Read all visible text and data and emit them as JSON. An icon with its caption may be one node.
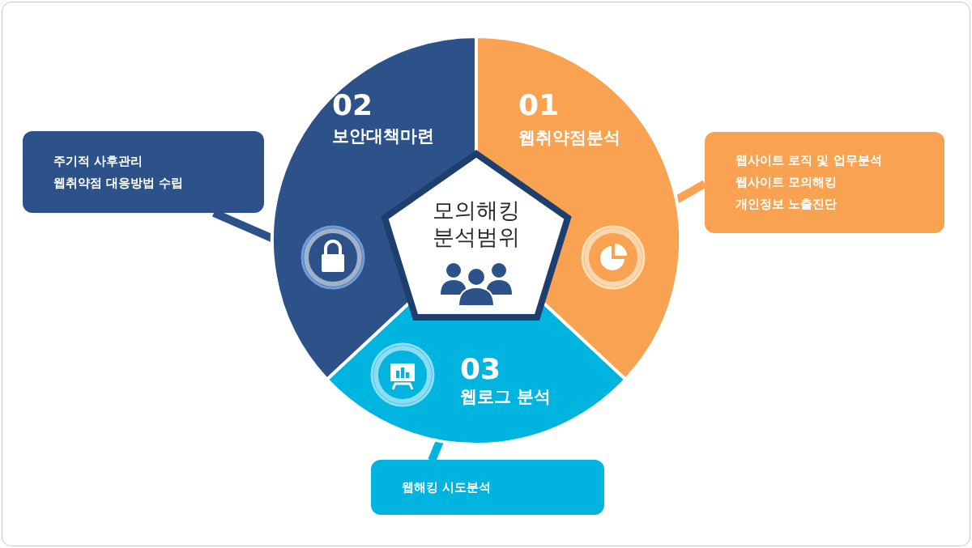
{
  "diagram": {
    "nodes": [
      {
        "text": [
          "모의해킹 분석범위"
        ]
      },
      {
        "text": [
          "01",
          "웹취약점분석"
        ]
      },
      {
        "text": [
          "02",
          "보안대책마련"
        ]
      },
      {
        "text": [
          "03",
          "웹로그 분석"
        ]
      },
      {
        "text": [
          "웹사이트 로직 및 업무분석",
          "웹사이트 모의해킹",
          "개인정보 노출진단"
        ]
      },
      {
        "text": [
          "주기적 사후관리",
          "웹취약점 대응방법 수립"
        ]
      },
      {
        "text": [
          "웹해킹 시도분석"
        ]
      }
    ],
    "edges": [
      {
        "from": 4,
        "to": 1,
        "arrow": "none",
        "color": "#f9a352"
      },
      {
        "from": 5,
        "to": 2,
        "arrow": "none",
        "color": "#2d5289"
      },
      {
        "from": 6,
        "to": 3,
        "arrow": "none",
        "color": "#00b4e0"
      }
    ]
  }
}
